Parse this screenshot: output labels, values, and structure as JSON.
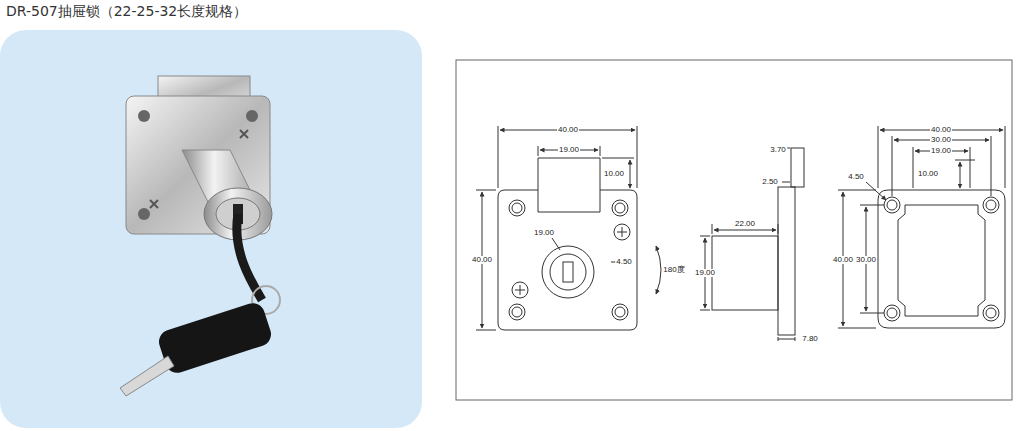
{
  "diagram": {
    "title": "DR-507抽屉锁（22-25-32长度规格）",
    "labels": [
      "40.00",
      "19.00",
      "10.00",
      "19.00",
      "40.00",
      "4.50",
      "180度",
      "3.70",
      "2.50",
      "22.00",
      "19.00",
      "7.80",
      "40.00",
      "30.00",
      "19.00",
      "10.00",
      "4.50",
      "40.00",
      "30.00"
    ]
  }
}
